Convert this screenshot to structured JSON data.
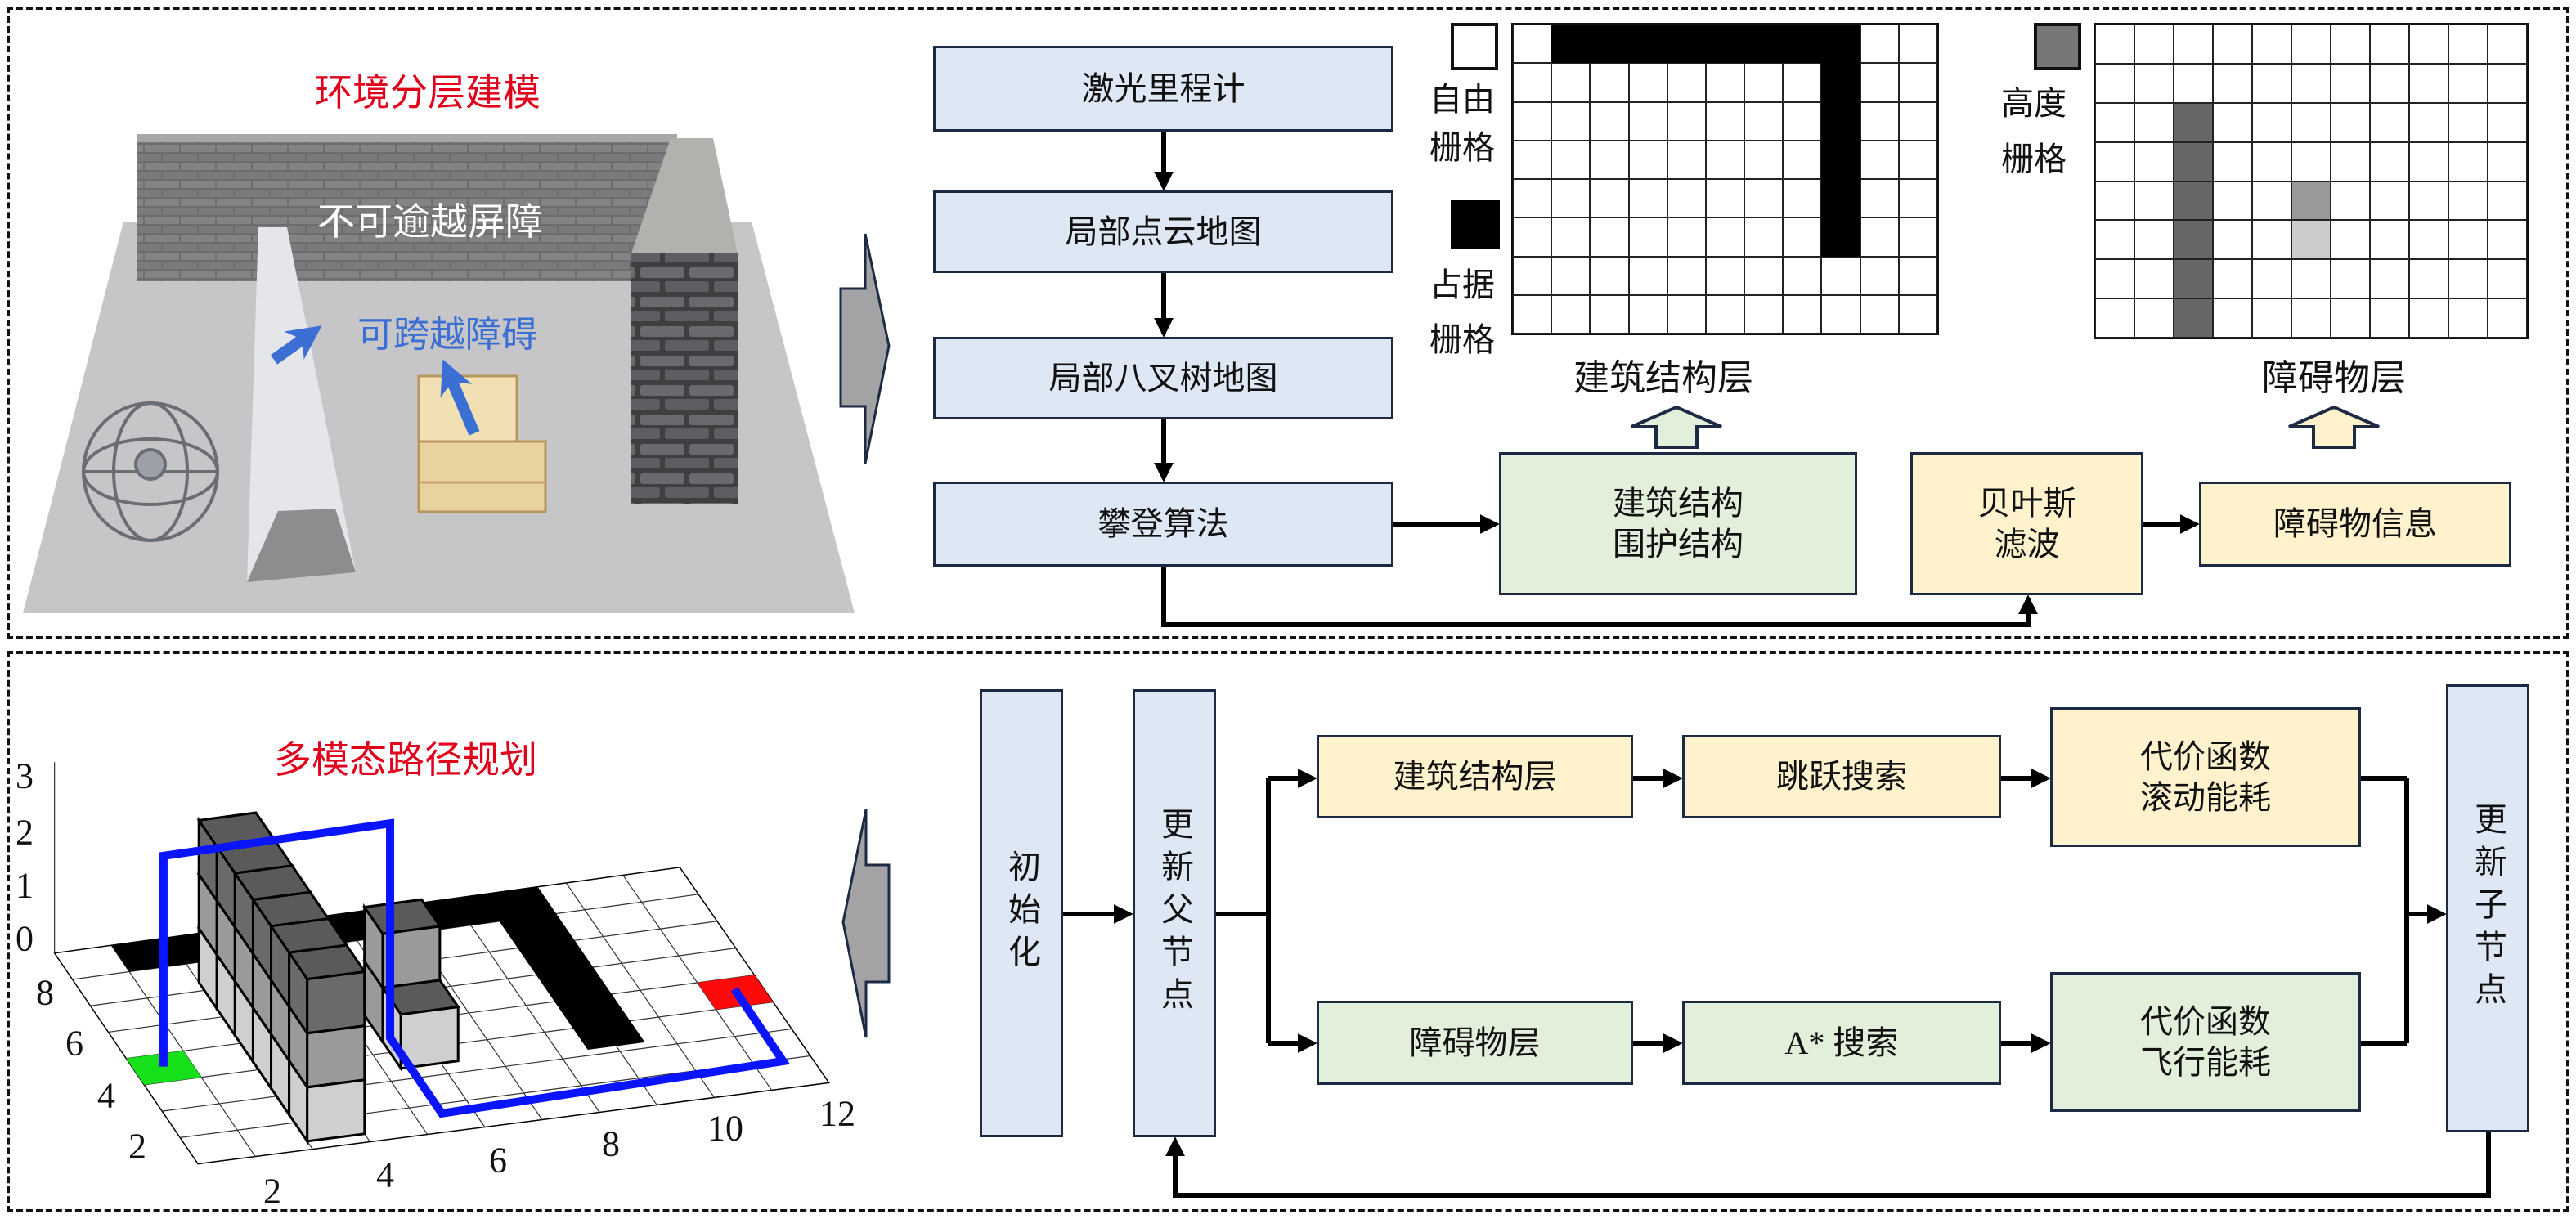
{
  "colors": {
    "title_red": "#e0001b",
    "cross_blue": "#3b6fd4",
    "box_blue": "#dde8f4",
    "box_yellow": "#fff2cc",
    "box_green": "#e2efda",
    "border_navy": "#1c2a44",
    "path_blue": "#0a14ff",
    "start_green": "#16e01a",
    "goal_red": "#ff0a0a"
  },
  "top": {
    "title": "环境分层建模",
    "wall_label": "不可逾越屏障",
    "cross_label": "可跨越障碍",
    "flow": {
      "odometry": "激光里程计",
      "local_cloud": "局部点云地图",
      "octree": "局部八叉树地图",
      "climb": "攀登算法",
      "building": [
        "建筑结构",
        "围护结构"
      ],
      "bayes": [
        "贝叶斯",
        "滤波"
      ],
      "obstacle_info": "障碍物信息"
    },
    "building_layer": {
      "label": "建筑结构层",
      "legend_free": [
        "自由",
        "栅格"
      ],
      "legend_occupied": [
        "占据",
        "栅格"
      ],
      "cols": 11,
      "rows": 8,
      "occupied": [
        [
          0,
          1
        ],
        [
          0,
          2
        ],
        [
          0,
          3
        ],
        [
          0,
          4
        ],
        [
          0,
          5
        ],
        [
          0,
          6
        ],
        [
          0,
          7
        ],
        [
          0,
          8
        ],
        [
          1,
          8
        ],
        [
          2,
          8
        ],
        [
          3,
          8
        ],
        [
          4,
          8
        ],
        [
          5,
          8
        ]
      ]
    },
    "obstacle_layer": {
      "label": "障碍物层",
      "legend_height": [
        "高度",
        "栅格"
      ],
      "cols": 11,
      "rows": 8,
      "cells": [
        {
          "r": 2,
          "c": 2,
          "shade": "#666666"
        },
        {
          "r": 3,
          "c": 2,
          "shade": "#666666"
        },
        {
          "r": 4,
          "c": 2,
          "shade": "#666666"
        },
        {
          "r": 5,
          "c": 2,
          "shade": "#666666"
        },
        {
          "r": 6,
          "c": 2,
          "shade": "#666666"
        },
        {
          "r": 7,
          "c": 2,
          "shade": "#666666"
        },
        {
          "r": 4,
          "c": 5,
          "shade": "#999999"
        },
        {
          "r": 5,
          "c": 5,
          "shade": "#cccccc"
        }
      ]
    }
  },
  "bottom": {
    "title": "多模态路径规划",
    "plot": {
      "z_ticks": [
        "0",
        "1",
        "2",
        "3"
      ],
      "y_ticks": [
        "2",
        "4",
        "6",
        "8"
      ],
      "x_ticks": [
        "2",
        "4",
        "6",
        "8",
        "10",
        "12"
      ]
    },
    "flow": {
      "init": "初始化",
      "update_parent": "更新父节点",
      "building_layer": "建筑结构层",
      "jump_search": "跳跃搜索",
      "cost_roll": [
        "代价函数",
        "滚动能耗"
      ],
      "obstacle_layer": "障碍物层",
      "astar_search": "A* 搜索",
      "cost_fly": [
        "代价函数",
        "飞行能耗"
      ],
      "update_child": "更新子节点"
    }
  }
}
